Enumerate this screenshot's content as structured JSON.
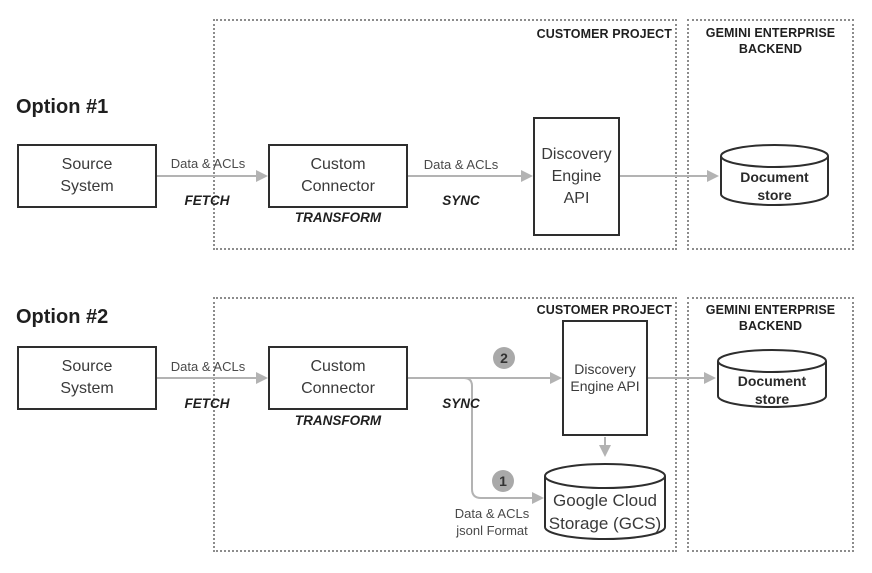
{
  "colors": {
    "arrow": "#b3b3b3",
    "node-border": "#2e2e2e",
    "dotted-border": "#8c8c8c",
    "badge-bg": "#a9a9a9"
  },
  "option1": {
    "title": "Option #1",
    "source": {
      "line1": "Source",
      "line2": "System"
    },
    "connector": {
      "line1": "Custom",
      "line2": "Connector"
    },
    "discovery": {
      "line1": "Discovery",
      "line2": "Engine",
      "line3": "API"
    },
    "document_store": {
      "line1": "Document",
      "line2": "store"
    },
    "customer_project": "CUSTOMER PROJECT",
    "backend": {
      "line1": "GEMINI ENTERPRISE",
      "line2": "BACKEND"
    },
    "fetch": {
      "label": "Data & ACLs",
      "verb": "FETCH"
    },
    "sync": {
      "label": "Data & ACLs",
      "verb": "SYNC"
    },
    "transform_verb": "TRANSFORM"
  },
  "option2": {
    "title": "Option #2",
    "source": {
      "line1": "Source",
      "line2": "System"
    },
    "connector": {
      "line1": "Custom",
      "line2": "Connector"
    },
    "discovery": {
      "line1": "Discovery",
      "line2": "Engine API"
    },
    "document_store": {
      "line1": "Document",
      "line2": "store"
    },
    "gcs": {
      "line1": "Google Cloud",
      "line2": "Storage (GCS)"
    },
    "customer_project": "CUSTOMER PROJECT",
    "backend": {
      "line1": "GEMINI ENTERPRISE",
      "line2": "BACKEND"
    },
    "fetch": {
      "label": "Data & ACLs",
      "verb": "FETCH"
    },
    "sync_verb": "SYNC",
    "transform_verb": "TRANSFORM",
    "badges": {
      "api_path": "2",
      "gcs_path": "1"
    },
    "gcs_path_label": {
      "line1": "Data & ACLs",
      "line2": "jsonl Format"
    }
  }
}
